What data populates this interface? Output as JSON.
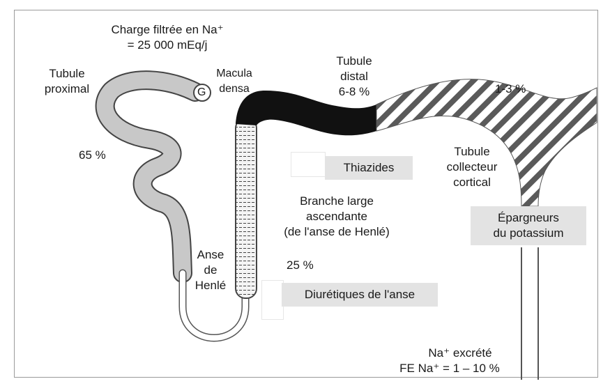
{
  "labels": {
    "charge_line1": "Charge filtrée en Na⁺",
    "charge_line2": "= 25 000 mEq/j",
    "tubule_proximal": "Tubule\nproximal",
    "macula_densa": "Macula\ndensa",
    "glomerulus": "G",
    "pct_proximal": "65 %",
    "tubule_distal": "Tubule\ndistal\n6-8 %",
    "pct_collecteur": "1-3 %",
    "tubule_collecteur": "Tubule\ncollecteur\ncortical",
    "branche_large": "Branche large\nascendante\n(de l'anse de Henlé)",
    "pct_anse": "25 %",
    "anse_henle": "Anse\nde\nHenlé",
    "na_excrete_line1": "Na⁺ excrété",
    "na_excrete_line2": "FE Na⁺ = 1 – 10 %"
  },
  "drugs": {
    "thiazides": "Thiazides",
    "epargneurs": "Épargneurs\ndu potassium",
    "diuretiques_anse": "Diurétiques de l'anse"
  },
  "colors": {
    "proximal_fill": "#c8c8c8",
    "distal_fill": "#111111",
    "label_box": "#e3e3e3",
    "outline": "#555555"
  }
}
